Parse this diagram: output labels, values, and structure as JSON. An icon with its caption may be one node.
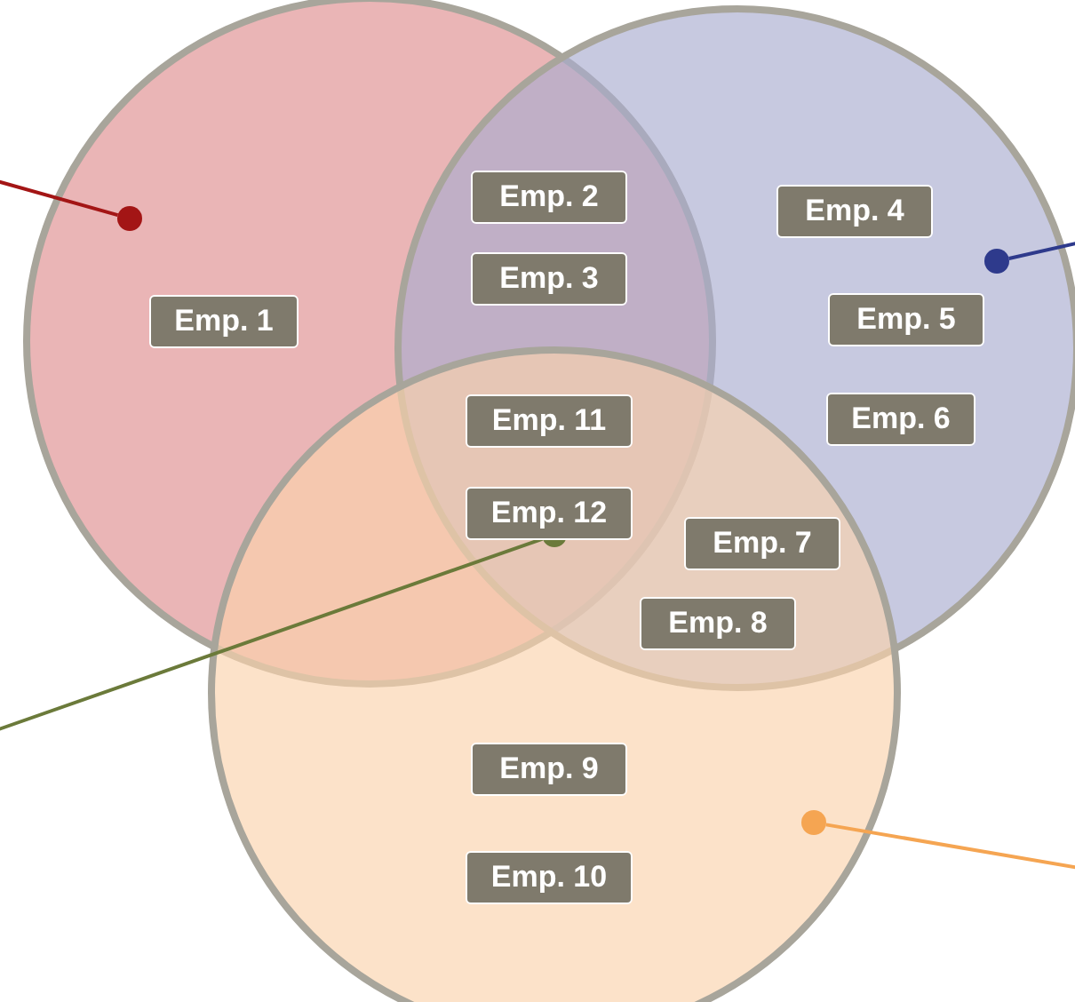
{
  "diagram": {
    "nodes": [
      {
        "text": [],
        "shape": "circle"
      },
      {
        "text": [],
        "shape": "circle"
      },
      {
        "text": [],
        "shape": "circle"
      },
      {
        "text": [
          "Emp. 1"
        ],
        "in": 0
      },
      {
        "text": [
          "Emp. 2"
        ]
      },
      {
        "text": [
          "Emp. 3"
        ]
      },
      {
        "text": [
          "Emp. 4"
        ],
        "in": 1
      },
      {
        "text": [
          "Emp. 5"
        ],
        "in": 1
      },
      {
        "text": [
          "Emp. 6"
        ],
        "in": 1
      },
      {
        "text": [
          "Emp. 11"
        ]
      },
      {
        "text": [
          "Emp. 12"
        ]
      },
      {
        "text": [
          "Emp. 7"
        ]
      },
      {
        "text": [
          "Emp. 8"
        ]
      },
      {
        "text": [
          "Emp. 9"
        ],
        "in": 2
      },
      {
        "text": [
          "Emp. 10"
        ],
        "in": 2
      },
      {
        "text": [],
        "shape": "circle",
        "in": 0
      },
      {
        "text": [],
        "shape": "circle",
        "in": 1
      },
      {
        "text": [],
        "shape": "circle"
      },
      {
        "text": [],
        "shape": "circle",
        "in": 2
      }
    ],
    "edges": [
      {
        "from": null,
        "to": 15,
        "arrow": "none",
        "color": "#a31515"
      },
      {
        "from": null,
        "to": 16,
        "arrow": "none",
        "color": "#2e3a8c"
      },
      {
        "from": null,
        "to": 17,
        "arrow": "none",
        "color": "#6b7a3a"
      },
      {
        "from": null,
        "to": 18,
        "arrow": "none",
        "color": "#f5a552"
      }
    ]
  }
}
